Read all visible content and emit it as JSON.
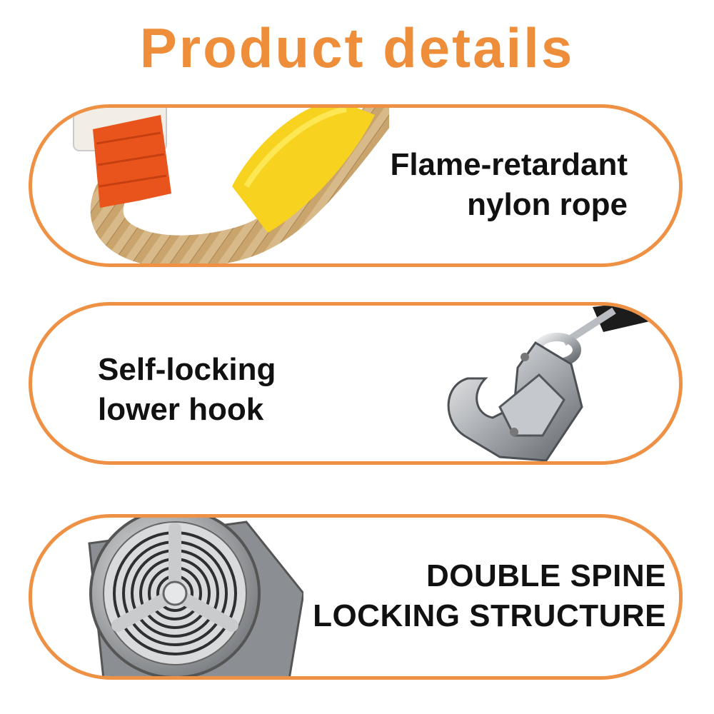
{
  "header": {
    "title": "Product details"
  },
  "features": [
    {
      "line1": "Flame-retardant",
      "line2": "nylon rope",
      "image_icon": "rope-with-sleeve-icon"
    },
    {
      "line1": "Self-locking",
      "line2": "lower hook",
      "image_icon": "snap-hook-icon"
    },
    {
      "line1": "DOUBLE SPINE",
      "line2": "LOCKING STRUCTURE",
      "image_icon": "ratchet-reel-icon"
    }
  ],
  "colors": {
    "accent": "#ee8e3a",
    "border": "#ee9145",
    "text": "#111111"
  }
}
